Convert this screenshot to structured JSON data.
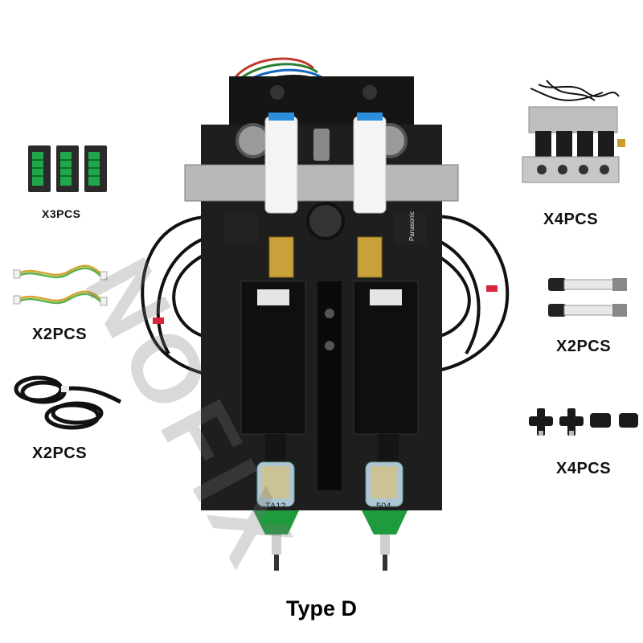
{
  "accessories": [
    {
      "name": "terminal-blocks",
      "qty": "X3PCS"
    },
    {
      "name": "ribbon-cables",
      "qty": "X2PCS"
    },
    {
      "name": "round-cables",
      "qty": "X2PCS"
    },
    {
      "name": "solenoid-valves",
      "qty": "X4PCS"
    },
    {
      "name": "mufflers",
      "qty": "X2PCS"
    },
    {
      "name": "push-fittings",
      "qty": "X4PCS"
    }
  ],
  "main": {
    "caption": "Type D",
    "watermark": "NOFIX",
    "nozzle_left_label": "TA12",
    "nozzle_right_label": "504",
    "sensor_label": "Panasonic"
  }
}
